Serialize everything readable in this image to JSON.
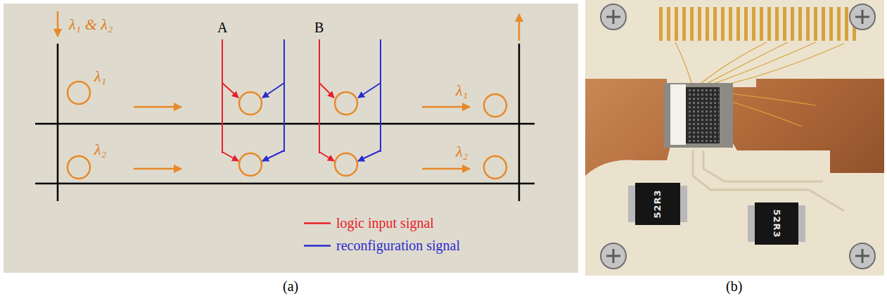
{
  "diagram": {
    "labels": [
      "λ₁ & λ₂",
      "λ₁",
      "λ₂",
      "A",
      "B",
      "λ₁",
      "λ₂",
      "(a)",
      "(b)",
      "52R3",
      "52R3"
    ],
    "legend": [
      {
        "text": "logic input signal"
      },
      {
        "text": "reconfiguration signal"
      }
    ]
  }
}
